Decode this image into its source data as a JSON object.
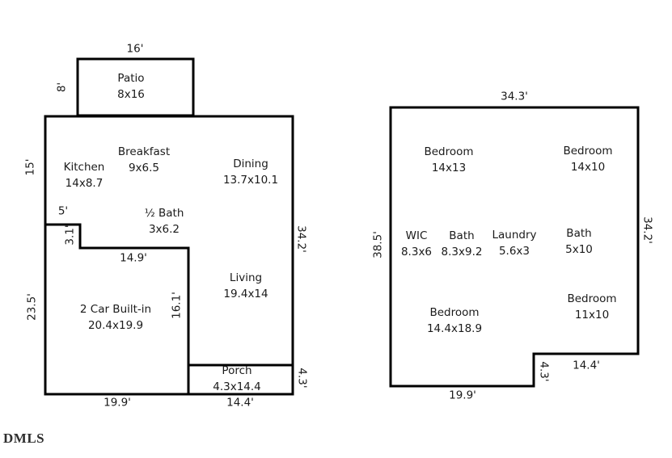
{
  "watermark": "DMLS",
  "floor1": {
    "rooms": [
      {
        "name": "Patio",
        "dims": "8x16"
      },
      {
        "name": "Breakfast",
        "dims": "9x6.5"
      },
      {
        "name": "Kitchen",
        "dims": "14x8.7"
      },
      {
        "name": "Dining",
        "dims": "13.7x10.1"
      },
      {
        "name": "½ Bath",
        "dims": "3x6.2"
      },
      {
        "name": "Living",
        "dims": "19.4x14"
      },
      {
        "name": "2 Car Built-in",
        "dims": "20.4x19.9"
      },
      {
        "name": "Porch",
        "dims": "4.3x14.4"
      }
    ],
    "measurements": {
      "patio_top": "16'",
      "patio_left": "8'",
      "left_upper": "15'",
      "notch_top": "5'",
      "notch_left": "3.1'",
      "left_lower": "23.5'",
      "garage_top": "14.9'",
      "garage_right": "16.1'",
      "right": "34.2'",
      "porch_right": "4.3'",
      "bottom_left": "19.9'",
      "bottom_right": "14.4'"
    }
  },
  "floor2": {
    "rooms": [
      {
        "name": "Bedroom",
        "dims": "14x13"
      },
      {
        "name": "Bedroom",
        "dims": "14x10"
      },
      {
        "name": "WIC",
        "dims": "8.3x6"
      },
      {
        "name": "Bath",
        "dims": "8.3x9.2"
      },
      {
        "name": "Laundry",
        "dims": "5.6x3"
      },
      {
        "name": "Bath",
        "dims": "5x10"
      },
      {
        "name": "Bedroom",
        "dims": "14.4x18.9"
      },
      {
        "name": "Bedroom",
        "dims": "11x10"
      }
    ],
    "measurements": {
      "top": "34.3'",
      "left": "38.5'",
      "right": "34.2'",
      "step_right": "4.3'",
      "step_bottom": "14.4'",
      "bottom": "19.9'"
    }
  }
}
